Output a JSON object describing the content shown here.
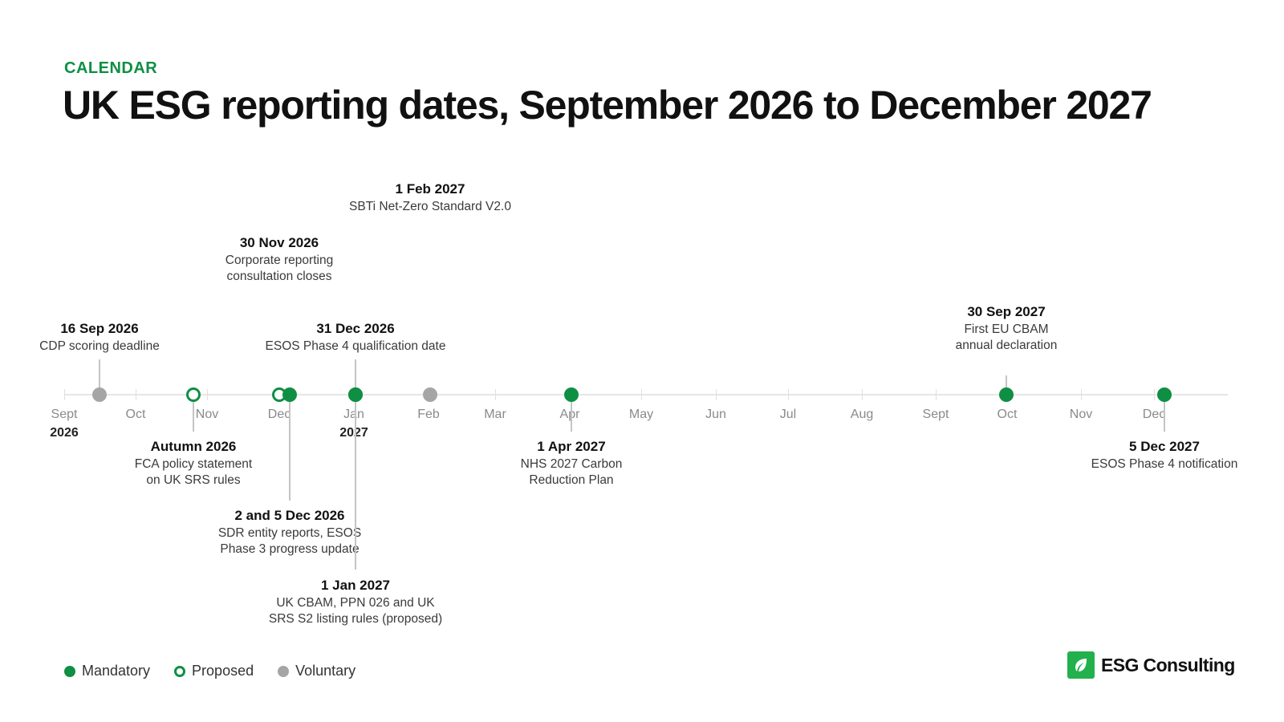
{
  "header": {
    "kicker": "CALENDAR",
    "title": "UK ESG reporting dates, September 2026 to December 2027"
  },
  "colors": {
    "mandatory": "#0e8f43",
    "proposed_ring": "#0e8f43",
    "voluntary": "#a5a5a5",
    "brand": "#22b14c"
  },
  "timeline": {
    "months": [
      "Sept",
      "Oct",
      "Nov",
      "Dec",
      "Jan",
      "Feb",
      "Mar",
      "Apr",
      "May",
      "Jun",
      "Jul",
      "Aug",
      "Sept",
      "Oct",
      "Nov",
      "Dec"
    ],
    "years": [
      {
        "label": "2026",
        "month_index": 0
      },
      {
        "label": "2027",
        "month_index": 4
      }
    ],
    "events": [
      {
        "id": "cdp",
        "date": "16 Sep 2026",
        "lines": [
          "CDP scoring deadline"
        ],
        "type": "voluntary",
        "side": "above"
      },
      {
        "id": "fca",
        "date": "Autumn 2026",
        "lines": [
          "FCA policy statement",
          "on UK SRS rules"
        ],
        "type": "proposed",
        "side": "below"
      },
      {
        "id": "corp",
        "date": "30 Nov 2026",
        "lines": [
          "Corporate reporting",
          "consultation closes"
        ],
        "type": "proposed",
        "side": "above"
      },
      {
        "id": "sdr",
        "date": "2 and 5 Dec 2026",
        "lines": [
          "SDR entity reports, ESOS",
          "Phase 3 progress update"
        ],
        "type": "mandatory",
        "side": "below"
      },
      {
        "id": "esos4q",
        "date": "31 Dec 2026",
        "lines": [
          "ESOS Phase 4 qualification date"
        ],
        "type": "mandatory",
        "side": "above"
      },
      {
        "id": "ukcbam",
        "date": "1 Jan 2027",
        "lines": [
          "UK CBAM, PPN 026 and UK",
          "SRS S2 listing rules (proposed)"
        ],
        "type": "mandatory",
        "side": "below"
      },
      {
        "id": "sbti",
        "date": "1 Feb 2027",
        "lines": [
          "SBTi Net-Zero Standard V2.0"
        ],
        "type": "voluntary",
        "side": "above"
      },
      {
        "id": "nhs",
        "date": "1 Apr 2027",
        "lines": [
          "NHS 2027 Carbon",
          "Reduction Plan"
        ],
        "type": "mandatory",
        "side": "below"
      },
      {
        "id": "eucbam",
        "date": "30 Sep 2027",
        "lines": [
          "First EU CBAM",
          "annual declaration"
        ],
        "type": "mandatory",
        "side": "above"
      },
      {
        "id": "esos4n",
        "date": "5 Dec 2027",
        "lines": [
          "ESOS Phase 4 notification"
        ],
        "type": "mandatory",
        "side": "below"
      }
    ]
  },
  "legend": [
    {
      "label": "Mandatory",
      "type": "mandatory"
    },
    {
      "label": "Proposed",
      "type": "proposed"
    },
    {
      "label": "Voluntary",
      "type": "voluntary"
    }
  ],
  "brand": {
    "name": "ESG Consulting",
    "icon": "leaf-icon"
  }
}
